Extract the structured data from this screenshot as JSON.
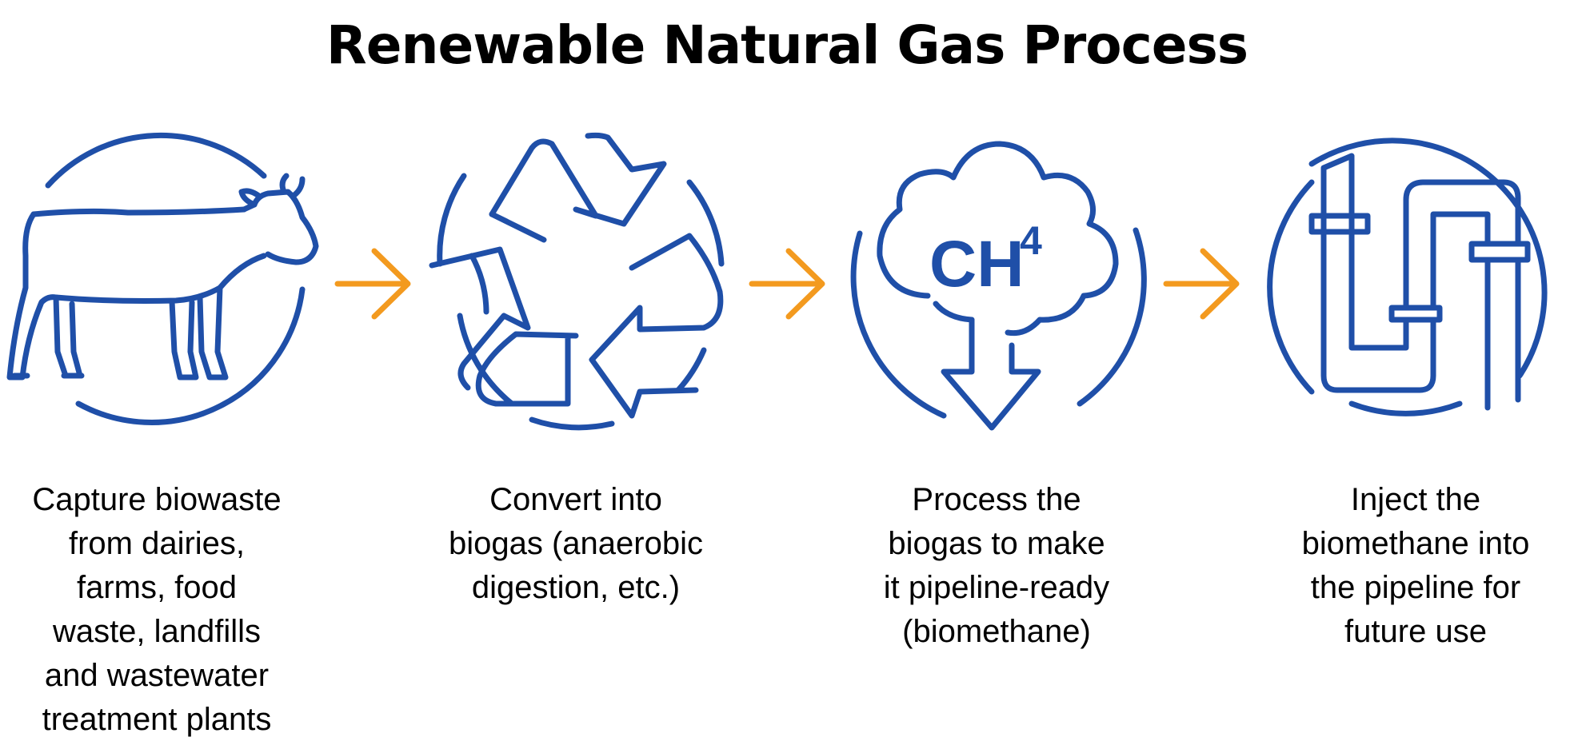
{
  "title": "Renewable Natural Gas Process",
  "colors": {
    "icon": "#1f4fa8",
    "arrow": "#f39a1f",
    "text": "#000000"
  },
  "steps": [
    {
      "icon": "cow-icon",
      "text": "Capture biowaste\nfrom dairies,\nfarms, food\nwaste, landfills\nand wastewater\ntreatment plants"
    },
    {
      "icon": "recycle-icon",
      "text": "Convert into\nbiogas (anaerobic\ndigestion, etc.)"
    },
    {
      "icon": "methane-cloud-icon",
      "formula": "CH",
      "subscript": "4",
      "text": "Process the\nbiogas to make\nit pipeline-ready\n(biomethane)"
    },
    {
      "icon": "pipeline-icon",
      "text": "Inject the\nbiomethane into\nthe pipeline for\nfuture use"
    }
  ]
}
